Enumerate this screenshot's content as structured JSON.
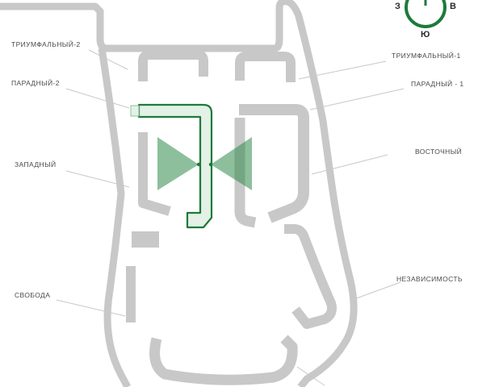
{
  "colors": {
    "background": "#ffffff",
    "outline": "#c8c8c8",
    "building": "#c8c8c8",
    "highlight_fill": "#e3f1e6",
    "highlight_stroke": "#1e7a3a",
    "leader_line": "#c8c8c8",
    "label_text": "#4a4a4a",
    "compass": "#1e7a3a"
  },
  "compass": {
    "west": "З",
    "east": "В",
    "south": "Ю"
  },
  "labels": {
    "triumfalny_2": "ТРИУМФАЛЬНЫЙ-2",
    "paradny_2": "ПАРАДНЫЙ-2",
    "zapadny": "ЗАПАДНЫЙ",
    "svoboda": "СВОБОДА",
    "triumfalny_1": "ТРИУМФАЛЬНЫЙ-1",
    "paradny_1": "ПАРАДНЫЙ - 1",
    "vostochny": "ВОСТОЧНЫЙ",
    "nezavisimost": "НЕЗАВИСИМОСТЬ"
  },
  "icons": {
    "compass": "compass-north-icon",
    "view_cone": "view-direction-icon"
  }
}
